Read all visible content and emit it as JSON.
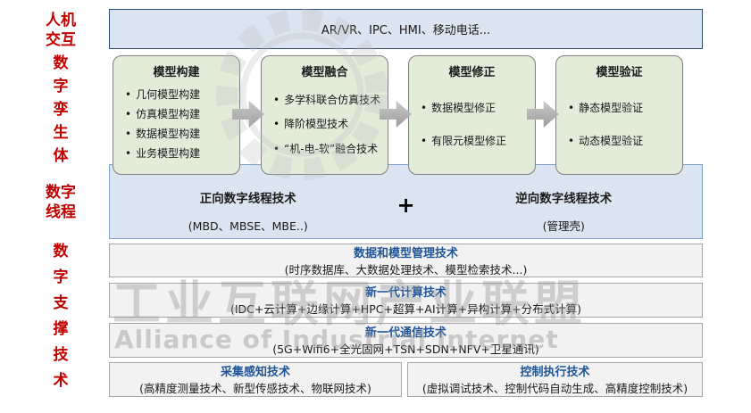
{
  "side_labels": [
    {
      "text": "人机\n交互"
    },
    {
      "text": "数\n字\n孪\n生\n体"
    },
    {
      "text": "数字\n线程"
    },
    {
      "text": "数\n字\n支\n撑\n技\n术"
    }
  ],
  "top_bar": {
    "text": "AR/VR、IPC、HMI、移动电话..."
  },
  "model_boxes": [
    {
      "title": "模型构建",
      "items": [
        "几何模型构建",
        "仿真模型构建",
        "数据模型构建",
        "业务模型构建"
      ]
    },
    {
      "title": "模型融合",
      "items": [
        "多学科联合仿真技术",
        "降阶模型技术",
        "“机-电-软”融合技术"
      ]
    },
    {
      "title": "模型修正",
      "items": [
        "数据模型修正",
        "有限元模型修正"
      ]
    },
    {
      "title": "模型验证",
      "items": [
        "静态模型验证",
        "动态模型验证"
      ]
    }
  ],
  "digital_thread": {
    "forward_title": "正向数字线程技术",
    "forward_sub": "(MBD、MBSE、MBE..)",
    "plus": "+",
    "reverse_title": "逆向数字线程技术",
    "reverse_sub": "(管理壳)"
  },
  "support_bars": [
    {
      "title": "数据和模型管理技术",
      "sub": "(时序数据库、大数据处理技术、模型检索技术...)"
    },
    {
      "title": "新一代计算技术",
      "sub": "(IDC+云计算+边缘计算+HPC+超算+AI计算+异构计算+分布式计算)"
    },
    {
      "title": "新一代通信技术",
      "sub": "(5G+Wifi6+全光固网+TSN+SDN+NFV+卫星通讯)"
    }
  ],
  "bottom_boxes": [
    {
      "title": "采集感知技术",
      "sub": "(高精度测量技术、新型传感技术、物联网技术)"
    },
    {
      "title": "控制执行技术",
      "sub": "(虚拟调试技术、控制代码自动生成、高精度控制技术)"
    }
  ],
  "watermark": {
    "line1": "工业互联网产业联盟",
    "line2": "Alliance of Industrial Internet"
  },
  "colors": {
    "accent_red": "#c00000",
    "title_blue": "#1f5597",
    "green_fill": "#e3ebd9",
    "blue_fill": "#dbe5f1",
    "bar_fill": "#f2f2f2",
    "arrow_gray": "#b3b3b3"
  }
}
